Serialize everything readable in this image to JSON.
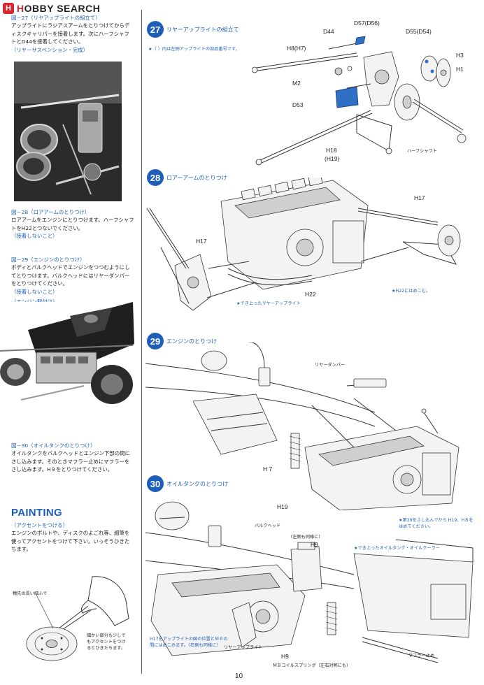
{
  "logo": {
    "badge": "H",
    "brand_a": "H",
    "brand_b": "OBBY SEARCH"
  },
  "left": {
    "note1_cap": "図－27（リヤアップライトの組立て）",
    "note1_body": "アップライトにラジアスアームをとりつけてからディスクキャリパーを接着します。次にハーフシャフトとD44を接着してください。",
    "note1_sub": "（リヤーサスペンション・完成）",
    "note2_cap": "図－28（ロアアームのとりつけ）",
    "note2_body": "ロアアームをエンジンにとりつけます。ハーフシャフトをH22とつないでください。",
    "note2_sub": "（接着しないこと）",
    "note3_cap": "図－29（エンジンのとりつけ）",
    "note3_body": "ボディとバルクヘッドでエンジンをつつむようにしてとりつけます。バルクヘッドにはリヤーダンパーをとりつけてください。",
    "note3_sub": "（接着しないこと）",
    "note3_sub2": "（エンジン取付け）",
    "note4_cap": "図－30（オイルタンクのとりつけ）",
    "note4_body": "オイルタンクをバルクヘッドとエンジン下部の間にさし込みます。そのときマフラー止めにマフラーをさし込みます。H９をとりつけてください。",
    "painting_title": "PAINTING",
    "painting_sub": "（アクセントをつける）",
    "painting_body": "エンジンのボルトや、ディスクのよごれ等、細筆を使ってアクセントをつけて下さい。いっそうひきたちます。",
    "brush_label": "穂先の長い細ふで",
    "brush_note": "細かい部分も少しでもアクセントをつけるとひきたちます。"
  },
  "steps": {
    "s27": {
      "num": "27",
      "title": "リヤーアップライトの組立て",
      "note": "★（ ）内は左側アップライトの部品番号です。"
    },
    "s28": {
      "num": "28",
      "title": "ロアーアームのとりつけ"
    },
    "s29": {
      "num": "29",
      "title": "エンジンのとりつけ"
    },
    "s30": {
      "num": "30",
      "title": "オイルタンクのとりつけ"
    }
  },
  "labels27": {
    "d44": "D44",
    "d57": "D57(D56)",
    "d55": "D55(D54)",
    "h8": "H8(H7)",
    "h3": "H3",
    "h1": "H1",
    "m2": "M2",
    "d53": "D53",
    "h18": "H18",
    "h19p": "(H19)",
    "halfshaft": "ハーフシャフト"
  },
  "labels28": {
    "h17a": "H17",
    "h17b": "H17",
    "h22": "H22",
    "assembled": "★でき上ったリヤーアップライト",
    "h22note": "★H22にはめこむ。"
  },
  "labels29": {
    "damper": "リヤーダンパー",
    "h7": "H 7",
    "h19": "H19",
    "insert_note": "★第29をさし込んでから H19、H８をはめてください。",
    "cooler": "★でき上ったオイルタンク・オイルクーラー"
  },
  "labels30": {
    "bulkhead": "バルクヘッド",
    "glue_note": "（左側も同様に）",
    "h9a": "H9",
    "h17note": "H17をアップライトの図の位置とＭ８の間にはめこみます。（右側も同様に）",
    "upright": "リヤーアップライト",
    "h9b": "H9",
    "coil": "Ｍ８コイルスプリング（左右対称にも）",
    "muffler": "マフラー止め"
  },
  "page_number": "10"
}
